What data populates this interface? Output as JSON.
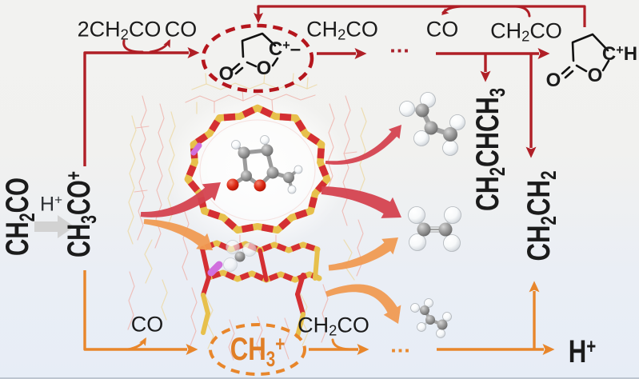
{
  "figure": {
    "title": "Zeolite-catalyzed ketene conversion reaction scheme",
    "colors": {
      "red_line": "#b01f26",
      "red_dashed_ellipse": "#b5161d",
      "red_thick_arrow": "#d4424f",
      "orange_line": "#e8862b",
      "orange_thick_arrow": "#f09a52",
      "text_black": "#1b1b1b",
      "gray_block_arrow": "#d2d2d2",
      "zeolite_yellow": "#e7c04c",
      "zeolite_red": "#d42f33",
      "aluminum_purple": "#d06fdd",
      "wire_coral": "#efb0a9",
      "wire_gold": "#ecd8a2",
      "carbon_gray": "#8a8a8a",
      "oxygen_red": "#d6301d",
      "background_top": "#f2f2f0",
      "background_bottom": "#e7edf6"
    },
    "labels": {
      "reagent_top_left": "2CH_{2}CO",
      "co_top_left": "CO",
      "ch2co_after_cycle": "CH_{2}CO",
      "co_top_right": "CO",
      "ch2co_top_right": "CH_{2}CO",
      "dots_top": "...",
      "propene": "CH_{2}CHCH_{3}",
      "ethylene": "CH_{2}CH_{2}",
      "ketene_feed": "CH_{2}CO",
      "proton_feed": "H^{+}",
      "acylium": "CH_{3}CO^{+}",
      "co_bottom": "CO",
      "methyl_cation": "CH_{3}^{+}",
      "ch2co_bottom": "CH_{2}CO",
      "dots_bottom": "...",
      "proton_product": "H^{+}",
      "lactone_cation_carbon": "C^{+}–",
      "lactone_ring_oxygen": "O",
      "lactone_carbonyl_oxygen": "O",
      "protonated_lactone_carbon": "C^{+}H",
      "protonated_ring_oxygen": "O",
      "protonated_carbonyl_oxygen": "O"
    }
  }
}
